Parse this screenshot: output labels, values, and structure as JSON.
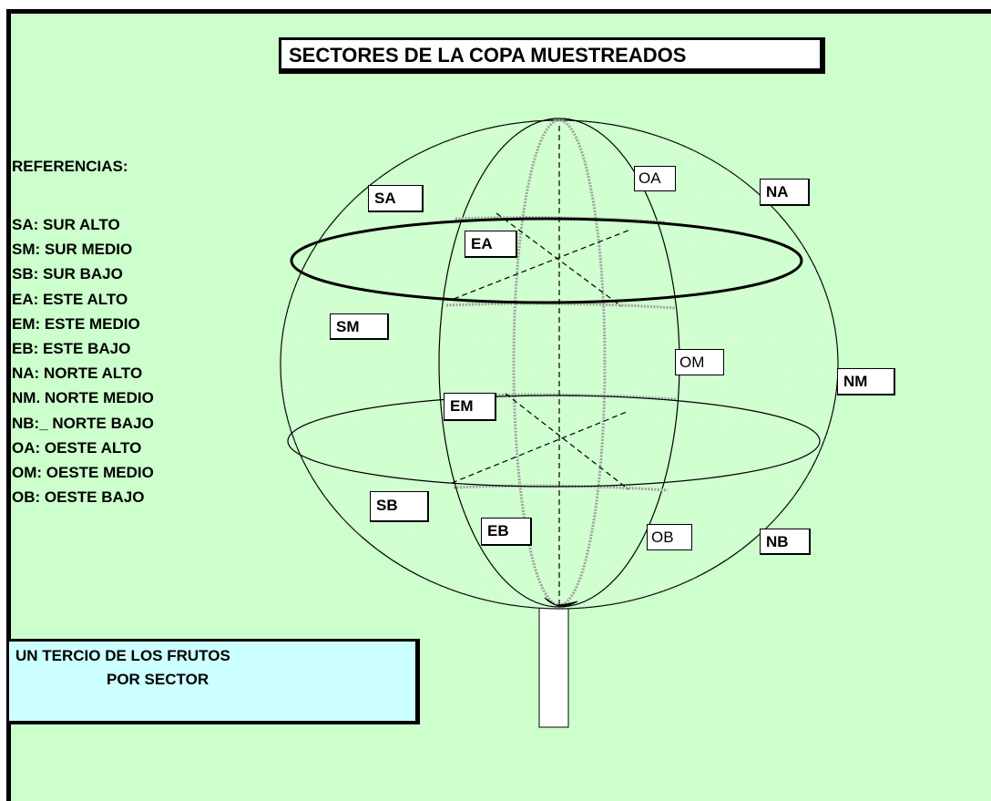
{
  "title": "SECTORES DE LA COPA MUESTREADOS",
  "references": {
    "heading": "REFERENCIAS:",
    "items": [
      "SA: SUR ALTO",
      "SM: SUR MEDIO",
      "SB: SUR BAJO",
      "EA: ESTE ALTO",
      "EM: ESTE MEDIO",
      "EB: ESTE BAJO",
      "NA: NORTE ALTO",
      "NM. NORTE MEDIO",
      "NB:_ NORTE BAJO",
      "OA: OESTE ALTO",
      "OM: OESTE MEDIO",
      "OB: OESTE BAJO"
    ]
  },
  "sector_labels": {
    "sa": "SA",
    "sm": "SM",
    "sb": "SB",
    "ea": "EA",
    "em": "EM",
    "eb": "EB",
    "na": "NA",
    "nm": "NM",
    "nb": "NB",
    "oa": "OA",
    "om": "OM",
    "ob": "OB"
  },
  "note": {
    "line1": "UN TERCIO DE LOS FRUTOS",
    "line2": "POR SECTOR"
  },
  "colors": {
    "background": "#ccffcc",
    "note_background": "#ccffff",
    "label_background": "#ffffff",
    "outline": "#000000"
  }
}
